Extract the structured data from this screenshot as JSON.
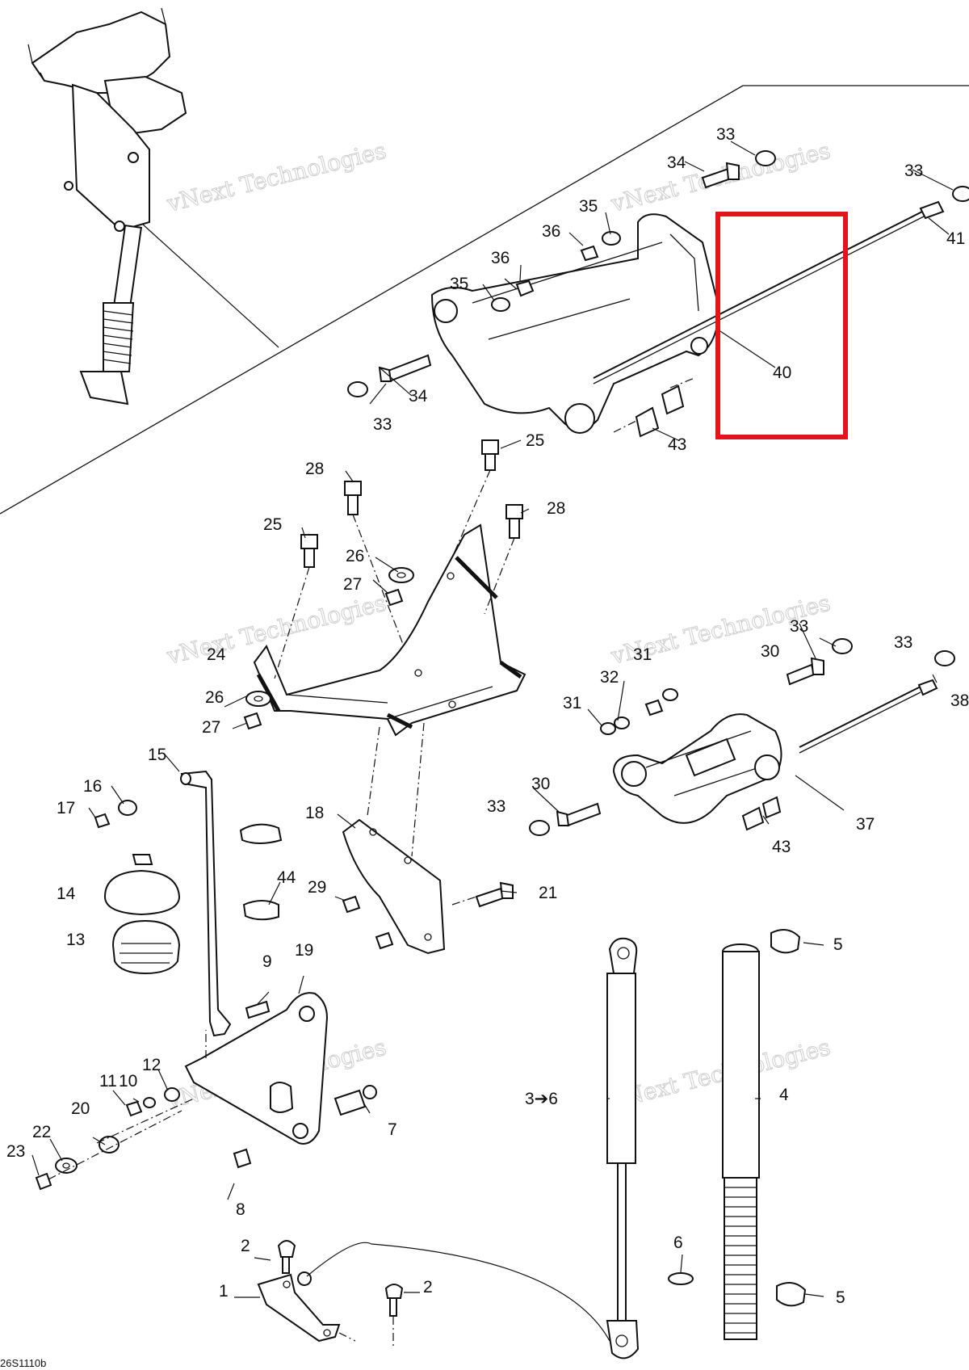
{
  "diagram": {
    "drawing_code": "26S1110b",
    "watermark_label": "vNext Technologies",
    "highlight_color": "#e0161b",
    "callouts": {
      "c1": "1",
      "c2a": "2",
      "c2b": "2",
      "c3to6": "3➔6",
      "c4": "4",
      "c5a": "5",
      "c5b": "5",
      "c6": "6",
      "c7": "7",
      "c8": "8",
      "c9": "9",
      "c10": "10",
      "c11": "11",
      "c12": "12",
      "c13": "13",
      "c14": "14",
      "c15": "15",
      "c16": "16",
      "c17": "17",
      "c18": "18",
      "c19": "19",
      "c20": "20",
      "c21": "21",
      "c22": "22",
      "c23": "23",
      "c24": "24",
      "c25a": "25",
      "c25b": "25",
      "c26a": "26",
      "c26b": "26",
      "c27a": "27",
      "c27b": "27",
      "c28a": "28",
      "c28b": "28",
      "c29": "29",
      "c30a": "30",
      "c30b": "30",
      "c31a": "31",
      "c31b": "31",
      "c32": "32",
      "c33a": "33",
      "c33b": "33",
      "c33c": "33",
      "c33d": "33",
      "c33e": "33",
      "c33f": "33",
      "c34a": "34",
      "c34b": "34",
      "c35a": "35",
      "c35b": "35",
      "c36a": "36",
      "c36b": "36",
      "c37": "37",
      "c38": "38",
      "c40": "40",
      "c41": "41",
      "c43a": "43",
      "c43b": "43",
      "c44": "44"
    }
  }
}
